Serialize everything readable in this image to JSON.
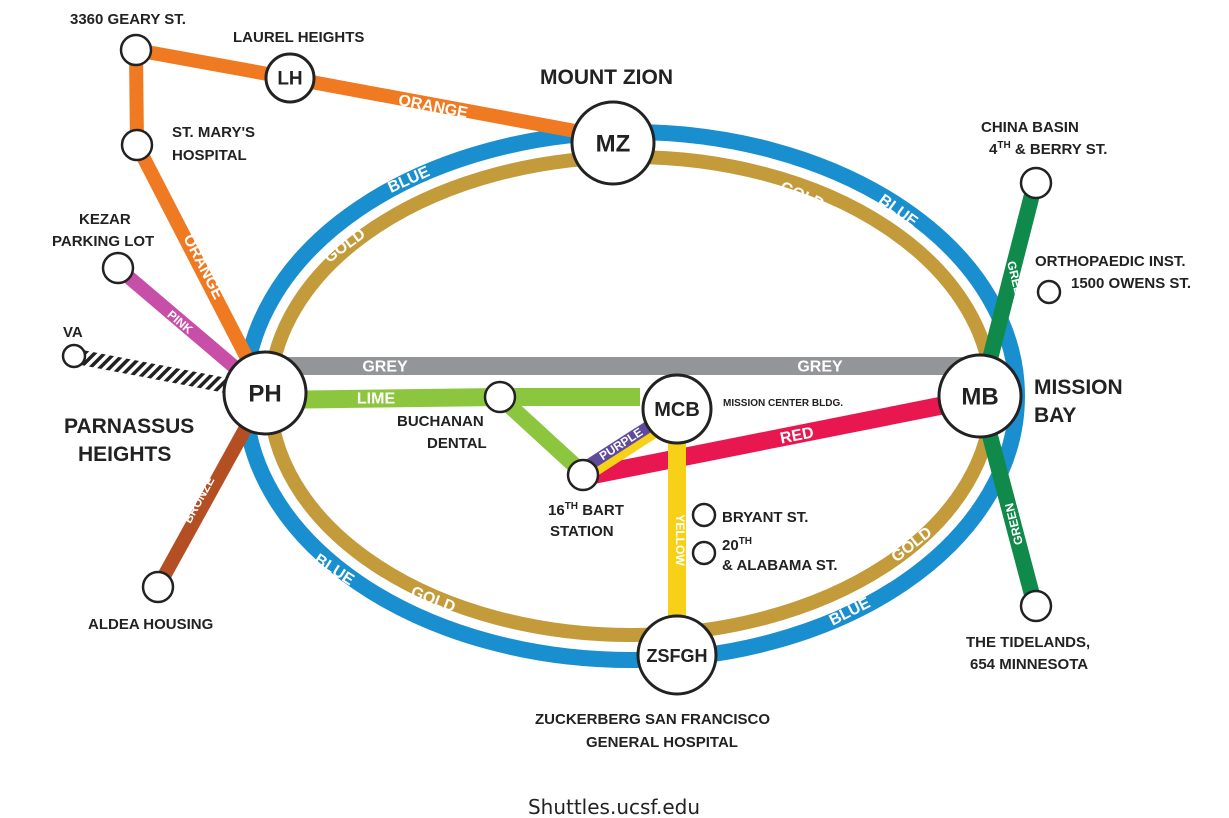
{
  "map": {
    "colors": {
      "blue": "#1a8fd0",
      "gold": "#c39b3b",
      "orange": "#ef7a22",
      "grey": "#939598",
      "lime": "#8cc63f",
      "red": "#e8174f",
      "purple": "#5e4b9c",
      "yellow": "#f7d117",
      "green": "#0f8a4a",
      "pink": "#c74fa8",
      "bronze": "#b44f24",
      "va": "#222222"
    },
    "routes": {
      "blue": "BLUE",
      "gold": "GOLD",
      "orange": "ORANGE",
      "grey": "GREY",
      "lime": "LIME",
      "red": "RED",
      "purple": "PURPLE",
      "yellow": "YELLOW",
      "green": "GREEN",
      "pink": "PINK",
      "bronze": "BRONZE"
    },
    "hubs": {
      "mz": {
        "code": "MZ",
        "name": "MOUNT ZION"
      },
      "ph": {
        "code": "PH",
        "name_1": "PARNASSUS",
        "name_2": "HEIGHTS"
      },
      "mb": {
        "code": "MB",
        "name_1": "MISSION",
        "name_2": "BAY"
      },
      "mcb": {
        "code": "MCB",
        "name": "MISSION CENTER BLDG."
      },
      "zsfgh": {
        "code": "ZSFGH",
        "name_1": "ZUCKERBERG SAN FRANCISCO",
        "name_2": "GENERAL HOSPITAL"
      },
      "lh": {
        "code": "LH",
        "name": "LAUREL HEIGHTS"
      }
    },
    "stops": {
      "geary": "3360 GEARY ST.",
      "stmary_1": "ST. MARY'S",
      "stmary_2": "HOSPITAL",
      "kezar_1": "KEZAR",
      "kezar_2": "PARKING LOT",
      "va": "VA",
      "aldea": "ALDEA HOUSING",
      "buchanan_1": "BUCHANAN",
      "buchanan_2": "DENTAL",
      "bart_1": "16",
      "bart_sup": "TH",
      "bart_2": " BART",
      "bart_3": "STATION",
      "bryant": "BRYANT ST.",
      "alabama_1": "20",
      "alabama_sup": "TH",
      "alabama_2": "& ALABAMA ST.",
      "china_1": "CHINA BASIN",
      "china_2a": "4",
      "china_sup": "TH",
      "china_2b": " & BERRY ST.",
      "ortho_1": "ORTHOPAEDIC INST.",
      "ortho_2": "1500 OWENS ST.",
      "tidelands_1": "THE TIDELANDS,",
      "tidelands_2": "654 MINNESOTA"
    },
    "footer": "Shuttles.ucsf.edu"
  }
}
